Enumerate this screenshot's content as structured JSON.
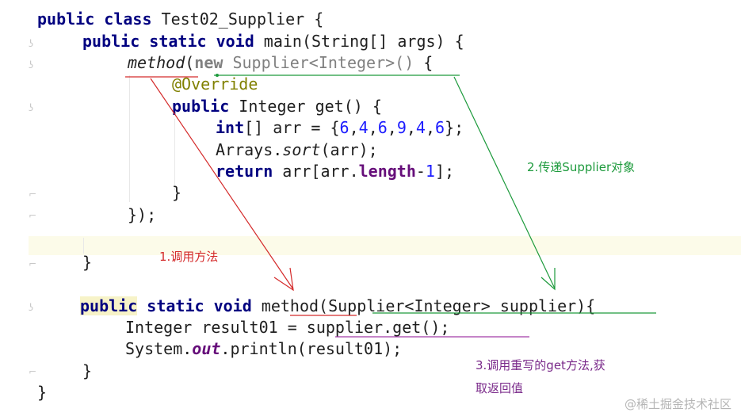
{
  "code": {
    "l1": {
      "kw": "public class ",
      "rest": "Test02_Supplier {"
    },
    "l2": {
      "kw": "public static void ",
      "rest": "main(String[] args) {"
    },
    "l3": {
      "method": "method",
      "open": "(",
      "new": "new ",
      "type": "Supplier<Integer>()",
      "brace": " {"
    },
    "l4": {
      "anno": "@Override"
    },
    "l5": {
      "kw": "public ",
      "rest": "Integer get() {"
    },
    "l6": {
      "kw": "int",
      "a": "[] arr = {",
      "n1": "6",
      "c1": ",",
      "n2": "4",
      "c2": ",",
      "n3": "6",
      "c3": ",",
      "n4": "9",
      "c4": ",",
      "n5": "4",
      "c5": ",",
      "n6": "6",
      "end": "};"
    },
    "l7": {
      "a": "Arrays.",
      "sort": "sort",
      "b": "(arr);"
    },
    "l8": {
      "kw": "return ",
      "a": "arr[arr.",
      "len": "length",
      "minus": "-",
      "one": "1",
      "b": "];"
    },
    "l9": {
      "text": "}"
    },
    "l10": {
      "text": "});"
    },
    "l12": {
      "text": "}"
    },
    "l14": {
      "pub": "public",
      "kw": " static void ",
      "name": "method",
      "rest": "(Supplier<Integer> supplier){"
    },
    "l15": {
      "text": "Integer result01 = supplier.get();"
    },
    "l16": {
      "a": "System.",
      "out": "out",
      "b": ".println(result01);"
    },
    "l17": {
      "text": "}"
    },
    "l18": {
      "text": "}"
    }
  },
  "annotations": {
    "note1": "1.调用方法",
    "note2": "2.传递Supplier对象",
    "note3a": "3.调用重写的get方法,获",
    "note3b": "取返回值"
  },
  "watermark": "@稀土掘金技术社区",
  "colors": {
    "keyword": "#000080",
    "number": "#1c1cff",
    "annotation": "#808000",
    "field": "#660e7a",
    "red_note": "#d42a2a",
    "green_note": "#1d9a3c",
    "purple_note": "#7a2a8a"
  }
}
